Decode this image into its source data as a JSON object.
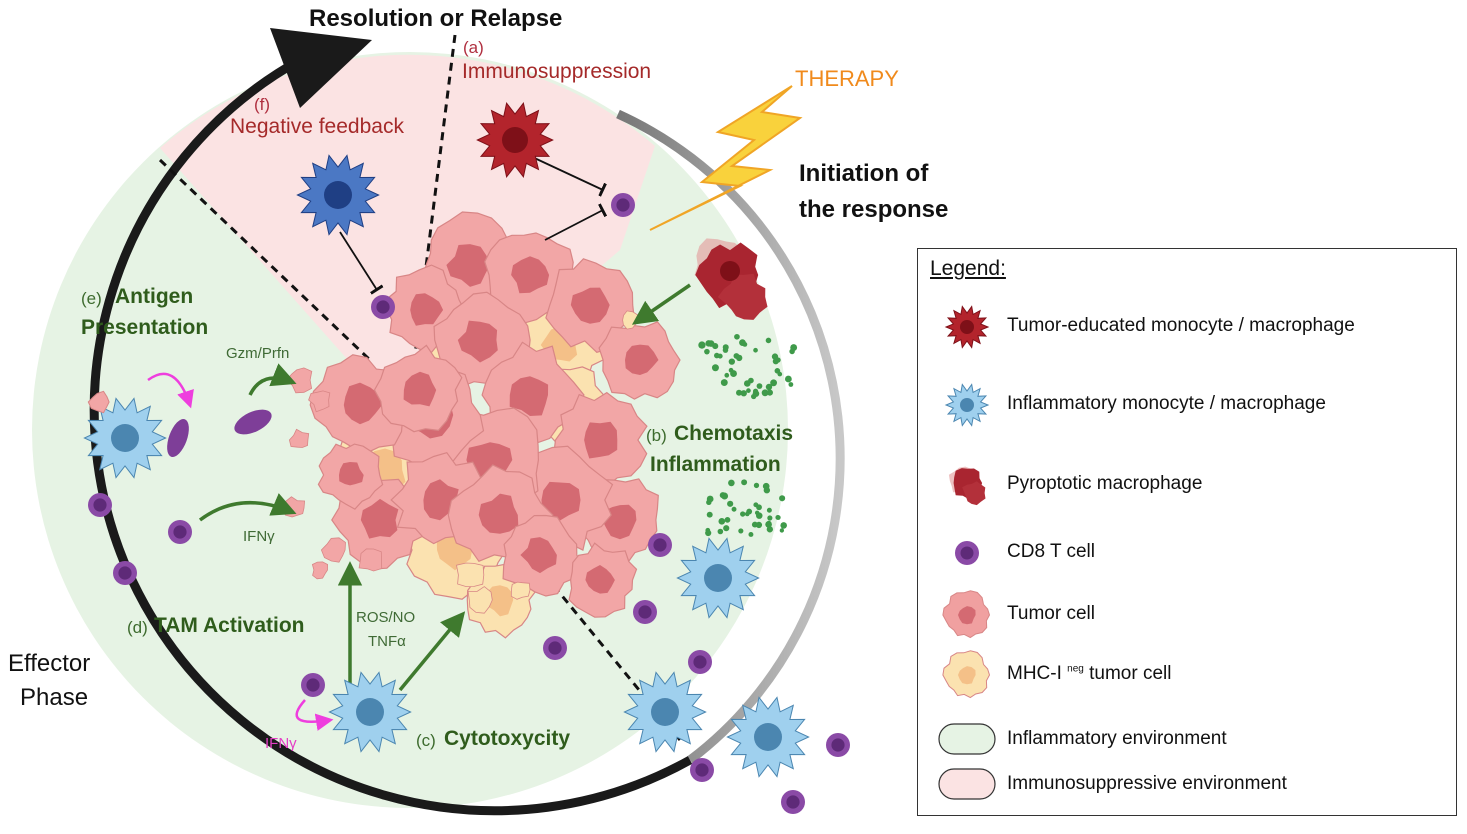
{
  "title": "Resolution or Relapse",
  "phases": {
    "initiation_line1": "Initiation of",
    "initiation_line2": "the response",
    "effector_line1": "Effector",
    "effector_line2": "Phase"
  },
  "therapy": "THERAPY",
  "sections": {
    "a": {
      "letter": "(a)",
      "label": "Immunosuppression"
    },
    "b": {
      "letter": "(b)",
      "label_line1": "Chemotaxis",
      "label_line2": "Inflammation"
    },
    "c": {
      "letter": "(c)",
      "label": "Cytotoxycity"
    },
    "d": {
      "letter": "(d)",
      "label": "TAM Activation"
    },
    "e": {
      "letter": "(e)",
      "label_line1": "Antigen",
      "label_line2": "Presentation"
    },
    "f": {
      "letter": "(f)",
      "label": "Negative feedback"
    }
  },
  "annotations": {
    "gzm": "Gzm/Prfn",
    "ifng_green": "IFNγ",
    "ros": "ROS/NO",
    "tnf": "TNFα",
    "ifng_pink": "IFNγ"
  },
  "legend": {
    "title": "Legend:",
    "items": [
      {
        "icon": "tumor-educated-macrophage-icon",
        "text": "Tumor-educated monocyte / macrophage"
      },
      {
        "icon": "inflammatory-macrophage-icon",
        "text": "Inflammatory monocyte / macrophage"
      },
      {
        "icon": "pyroptotic-macrophage-icon",
        "text": "Pyroptotic macrophage"
      },
      {
        "icon": "cd8-t-cell-icon",
        "text": "CD8 T cell"
      },
      {
        "icon": "tumor-cell-icon",
        "text": "Tumor cell"
      },
      {
        "icon": "mhc-neg-tumor-cell-icon",
        "text_pre": "MHC-I ",
        "text_sup": "neg",
        "text_post": " tumor cell"
      },
      {
        "icon": "inflammatory-environment-icon",
        "text": "Inflammatory environment"
      },
      {
        "icon": "immunosuppressive-environment-icon",
        "text": "Immunosuppressive environment"
      }
    ]
  },
  "colors": {
    "inflammatory_env": "#e6f3e4",
    "immunosuppressive_env": "#fbe3e3",
    "tumor": "#f0a0a0",
    "tumor_nucleus": "#d46a72",
    "mhc_neg": "#fbe2b0",
    "tumor_educated": "#b3242c",
    "inflammatory_macrophage": "#9fd0ee",
    "cd8": "#7e3e98",
    "therapy": "#f9d23c",
    "arrow_green": "#3f7a2e",
    "pink_arrow": "#ee3ede"
  }
}
